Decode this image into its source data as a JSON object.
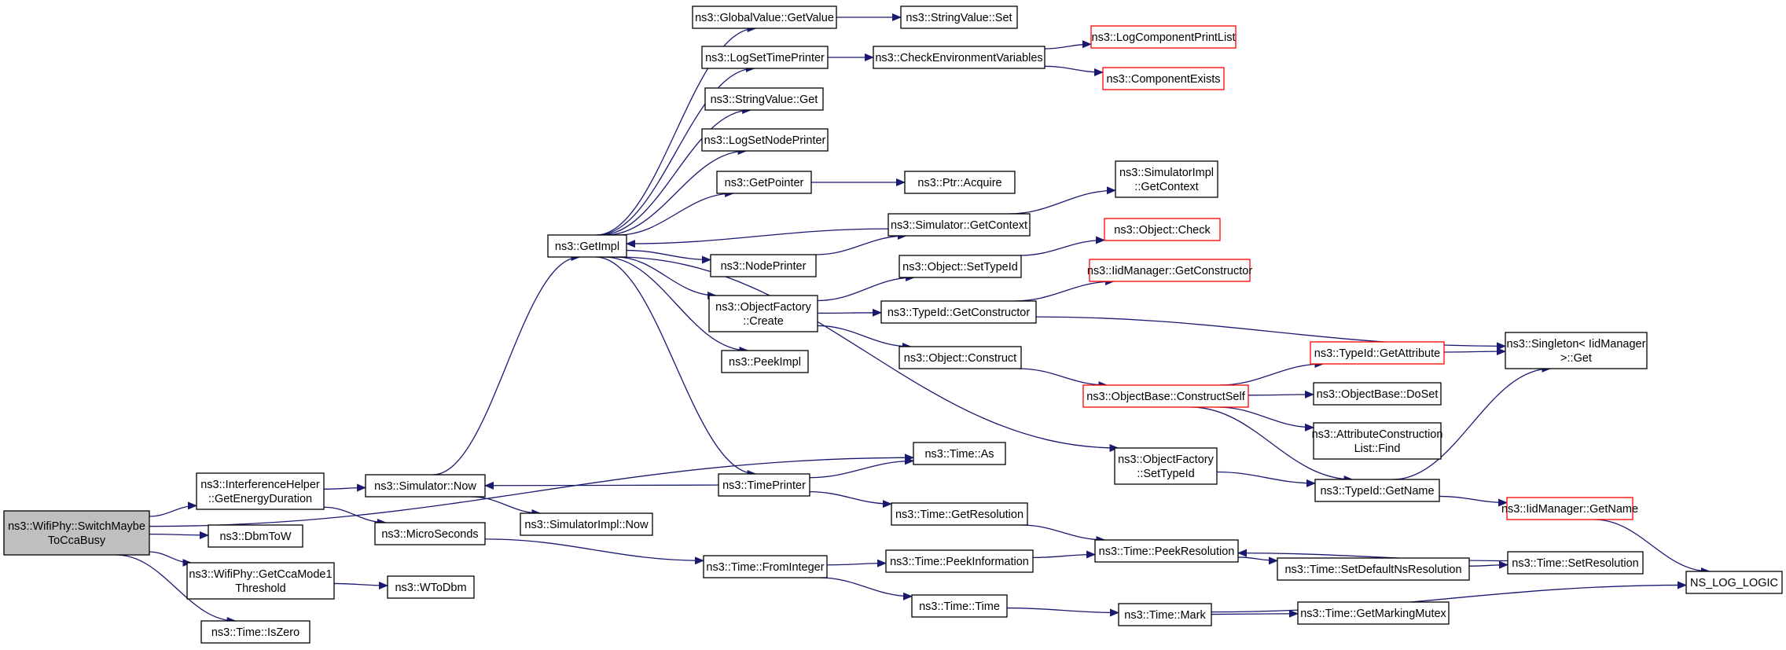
{
  "nodes": [
    {
      "id": "switch",
      "lines": [
        "ns3::WifiPhy::SwitchMaybe",
        "ToCcaBusy"
      ],
      "style": "current"
    },
    {
      "id": "interf",
      "lines": [
        "ns3::InterferenceHelper",
        "::GetEnergyDuration"
      ],
      "style": "normal"
    },
    {
      "id": "dbmtow",
      "lines": [
        "ns3::DbmToW"
      ],
      "style": "normal"
    },
    {
      "id": "ccamode",
      "lines": [
        "ns3::WifiPhy::GetCcaMode1",
        "Threshold"
      ],
      "style": "normal"
    },
    {
      "id": "iszero",
      "lines": [
        "ns3::Time::IsZero"
      ],
      "style": "normal"
    },
    {
      "id": "simnow",
      "lines": [
        "ns3::Simulator::Now"
      ],
      "style": "normal"
    },
    {
      "id": "micro",
      "lines": [
        "ns3::MicroSeconds"
      ],
      "style": "normal"
    },
    {
      "id": "wtodbm",
      "lines": [
        "ns3::WToDbm"
      ],
      "style": "normal"
    },
    {
      "id": "getimpl",
      "lines": [
        "ns3::GetImpl"
      ],
      "style": "normal"
    },
    {
      "id": "simimplnow",
      "lines": [
        "ns3::SimulatorImpl::Now"
      ],
      "style": "normal"
    },
    {
      "id": "gvget",
      "lines": [
        "ns3::GlobalValue::GetValue"
      ],
      "style": "normal"
    },
    {
      "id": "logtime",
      "lines": [
        "ns3::LogSetTimePrinter"
      ],
      "style": "normal"
    },
    {
      "id": "svget",
      "lines": [
        "ns3::StringValue::Get"
      ],
      "style": "normal"
    },
    {
      "id": "lognode",
      "lines": [
        "ns3::LogSetNodePrinter"
      ],
      "style": "normal"
    },
    {
      "id": "getptr",
      "lines": [
        "ns3::GetPointer"
      ],
      "style": "normal"
    },
    {
      "id": "nodeprinter",
      "lines": [
        "ns3::NodePrinter"
      ],
      "style": "normal"
    },
    {
      "id": "ofcreate",
      "lines": [
        "ns3::ObjectFactory",
        "::Create"
      ],
      "style": "normal"
    },
    {
      "id": "peekimpl",
      "lines": [
        "ns3::PeekImpl"
      ],
      "style": "normal"
    },
    {
      "id": "timeprinter",
      "lines": [
        "ns3::TimePrinter"
      ],
      "style": "normal"
    },
    {
      "id": "fromint",
      "lines": [
        "ns3::Time::FromInteger"
      ],
      "style": "normal"
    },
    {
      "id": "svset",
      "lines": [
        "ns3::StringValue::Set"
      ],
      "style": "normal"
    },
    {
      "id": "checkenv",
      "lines": [
        "ns3::CheckEnvironmentVariables"
      ],
      "style": "normal"
    },
    {
      "id": "ptracq",
      "lines": [
        "ns3::Ptr::Acquire"
      ],
      "style": "normal"
    },
    {
      "id": "simctx",
      "lines": [
        "ns3::Simulator::GetContext"
      ],
      "style": "normal"
    },
    {
      "id": "objsettid",
      "lines": [
        "ns3::Object::SetTypeId"
      ],
      "style": "normal"
    },
    {
      "id": "tidgetctor",
      "lines": [
        "ns3::TypeId::GetConstructor"
      ],
      "style": "normal"
    },
    {
      "id": "objconstruct",
      "lines": [
        "ns3::Object::Construct"
      ],
      "style": "normal"
    },
    {
      "id": "timeas",
      "lines": [
        "ns3::Time::As"
      ],
      "style": "normal"
    },
    {
      "id": "getres",
      "lines": [
        "ns3::Time::GetResolution"
      ],
      "style": "normal"
    },
    {
      "id": "peekinfo",
      "lines": [
        "ns3::Time::PeekInformation"
      ],
      "style": "normal"
    },
    {
      "id": "timetime",
      "lines": [
        "ns3::Time::Time"
      ],
      "style": "normal"
    },
    {
      "id": "logcpl",
      "lines": [
        "ns3::LogComponentPrintList"
      ],
      "style": "red"
    },
    {
      "id": "compexists",
      "lines": [
        "ns3::ComponentExists"
      ],
      "style": "red"
    },
    {
      "id": "simimplctx",
      "lines": [
        "ns3::SimulatorImpl",
        "::GetContext"
      ],
      "style": "normal"
    },
    {
      "id": "objcheck",
      "lines": [
        "ns3::Object::Check"
      ],
      "style": "red"
    },
    {
      "id": "iidgetctor",
      "lines": [
        "ns3::IidManager::GetConstructor"
      ],
      "style": "red"
    },
    {
      "id": "obconstructself",
      "lines": [
        "ns3::ObjectBase::ConstructSelf"
      ],
      "style": "red"
    },
    {
      "id": "ofsettid",
      "lines": [
        "ns3::ObjectFactory",
        "::SetTypeId"
      ],
      "style": "normal"
    },
    {
      "id": "peekres",
      "lines": [
        "ns3::Time::PeekResolution"
      ],
      "style": "normal"
    },
    {
      "id": "timemark",
      "lines": [
        "ns3::Time::Mark"
      ],
      "style": "normal"
    },
    {
      "id": "tidgetattr",
      "lines": [
        "ns3::TypeId::GetAttribute"
      ],
      "style": "red"
    },
    {
      "id": "obdoset",
      "lines": [
        "ns3::ObjectBase::DoSet"
      ],
      "style": "normal"
    },
    {
      "id": "acfind",
      "lines": [
        "ns3::AttributeConstruction",
        "List::Find"
      ],
      "style": "normal"
    },
    {
      "id": "tidgetname",
      "lines": [
        "ns3::TypeId::GetName"
      ],
      "style": "normal"
    },
    {
      "id": "setdefns",
      "lines": [
        "ns3::Time::SetDefaultNsResolution"
      ],
      "style": "normal"
    },
    {
      "id": "getmutex",
      "lines": [
        "ns3::Time::GetMarkingMutex"
      ],
      "style": "normal"
    },
    {
      "id": "singleton",
      "lines": [
        "ns3::Singleton< IidManager",
        " >::Get"
      ],
      "style": "normal"
    },
    {
      "id": "iidgetname",
      "lines": [
        "ns3::IidManager::GetName"
      ],
      "style": "red"
    },
    {
      "id": "setres",
      "lines": [
        "ns3::Time::SetResolution"
      ],
      "style": "normal"
    },
    {
      "id": "nslog",
      "lines": [
        "NS_LOG_LOGIC"
      ],
      "style": "normal"
    }
  ],
  "edges": [
    [
      "switch",
      "interf"
    ],
    [
      "switch",
      "dbmtow"
    ],
    [
      "switch",
      "ccamode"
    ],
    [
      "switch",
      "iszero"
    ],
    [
      "switch",
      "timeas"
    ],
    [
      "interf",
      "simnow"
    ],
    [
      "interf",
      "micro"
    ],
    [
      "ccamode",
      "wtodbm"
    ],
    [
      "simnow",
      "getimpl"
    ],
    [
      "simnow",
      "simimplnow"
    ],
    [
      "micro",
      "fromint"
    ],
    [
      "getimpl",
      "gvget"
    ],
    [
      "getimpl",
      "logtime"
    ],
    [
      "getimpl",
      "svget"
    ],
    [
      "getimpl",
      "lognode"
    ],
    [
      "getimpl",
      "getptr"
    ],
    [
      "getimpl",
      "nodeprinter"
    ],
    [
      "getimpl",
      "ofcreate"
    ],
    [
      "getimpl",
      "peekimpl"
    ],
    [
      "getimpl",
      "timeprinter"
    ],
    [
      "getimpl",
      "ofsettid"
    ],
    [
      "gvget",
      "svset"
    ],
    [
      "logtime",
      "checkenv"
    ],
    [
      "checkenv",
      "logcpl"
    ],
    [
      "checkenv",
      "compexists"
    ],
    [
      "getptr",
      "ptracq"
    ],
    [
      "simctx",
      "getimpl"
    ],
    [
      "simctx",
      "simimplctx"
    ],
    [
      "nodeprinter",
      "simctx"
    ],
    [
      "ofcreate",
      "objsettid"
    ],
    [
      "ofcreate",
      "tidgetctor"
    ],
    [
      "ofcreate",
      "objconstruct"
    ],
    [
      "objsettid",
      "objcheck"
    ],
    [
      "tidgetctor",
      "iidgetctor"
    ],
    [
      "tidgetctor",
      "singleton"
    ],
    [
      "objconstruct",
      "obconstructself"
    ],
    [
      "obconstructself",
      "tidgetattr"
    ],
    [
      "obconstructself",
      "obdoset"
    ],
    [
      "obconstructself",
      "acfind"
    ],
    [
      "obconstructself",
      "tidgetname"
    ],
    [
      "tidgetattr",
      "singleton"
    ],
    [
      "timeprinter",
      "simnow"
    ],
    [
      "timeprinter",
      "timeas"
    ],
    [
      "timeprinter",
      "getres"
    ],
    [
      "getres",
      "peekres"
    ],
    [
      "ofsettid",
      "tidgetname"
    ],
    [
      "tidgetname",
      "singleton"
    ],
    [
      "tidgetname",
      "iidgetname"
    ],
    [
      "iidgetname",
      "nslog"
    ],
    [
      "fromint",
      "peekinfo"
    ],
    [
      "fromint",
      "timetime"
    ],
    [
      "peekinfo",
      "peekres"
    ],
    [
      "peekres",
      "setdefns"
    ],
    [
      "setdefns",
      "setres"
    ],
    [
      "setres",
      "peekres"
    ],
    [
      "timetime",
      "timemark"
    ],
    [
      "timemark",
      "getmutex"
    ],
    [
      "timemark",
      "nslog"
    ]
  ],
  "colors": {
    "edge": "#191970",
    "node_border": "#000000",
    "node_border_red": "#ff0000",
    "current_fill": "#bfbfbf",
    "node_fill": "#ffffff"
  }
}
